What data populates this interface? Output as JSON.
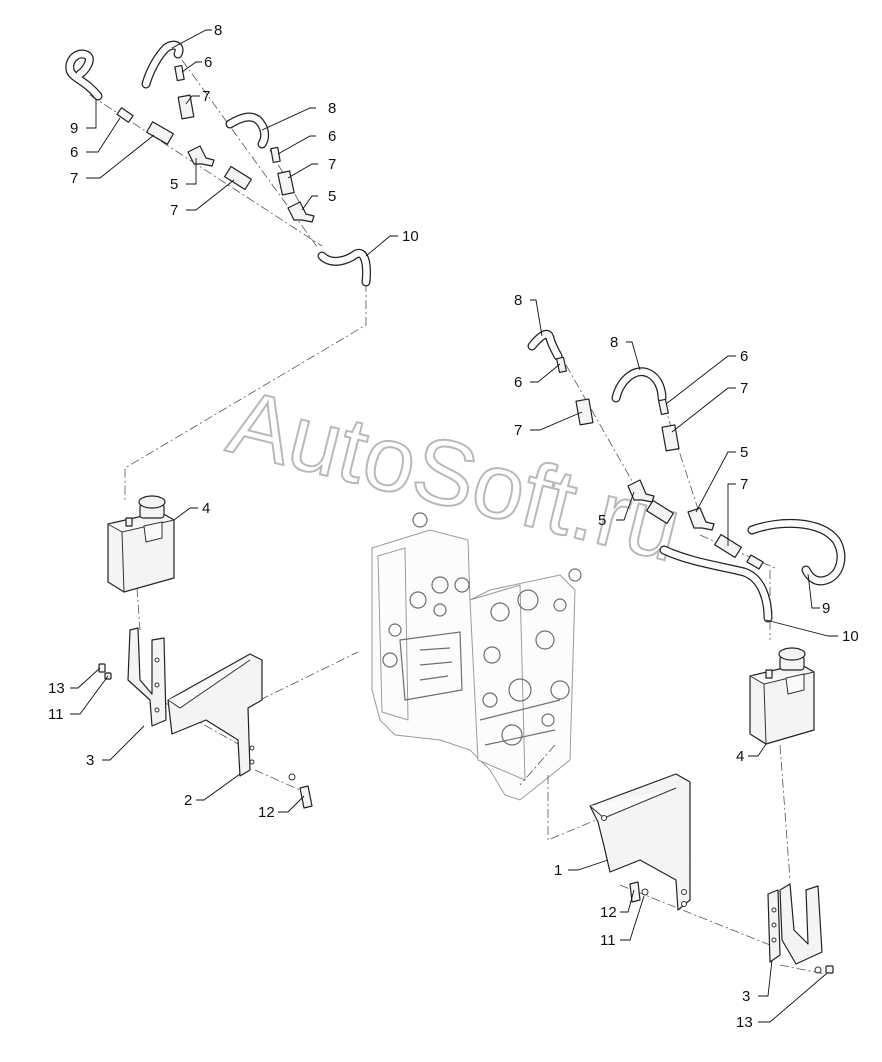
{
  "watermark": "AutoSoft.ru",
  "callouts": {
    "top_8a": "8",
    "top_6a": "6",
    "top_7a": "7",
    "top_9": "9",
    "top_6b": "6",
    "top_7b": "7",
    "top_8b": "8",
    "top_6c": "6",
    "top_7c": "7",
    "top_5a": "5",
    "top_7d": "7",
    "top_5b": "5",
    "top_10": "10",
    "r_8a": "8",
    "r_6a": "6",
    "r_7a": "7",
    "r_8b": "8",
    "r_6b": "6",
    "r_7b": "7",
    "r_5a": "5",
    "r_7c": "7",
    "r_5b": "5",
    "r_9": "9",
    "r_10": "10",
    "l_4": "4",
    "l_13": "13",
    "l_11": "11",
    "l_3": "3",
    "l_2": "2",
    "l_12": "12",
    "r_4": "4",
    "r_1": "1",
    "r_12": "12",
    "r_11": "11",
    "r_3": "3",
    "r_13": "13"
  }
}
